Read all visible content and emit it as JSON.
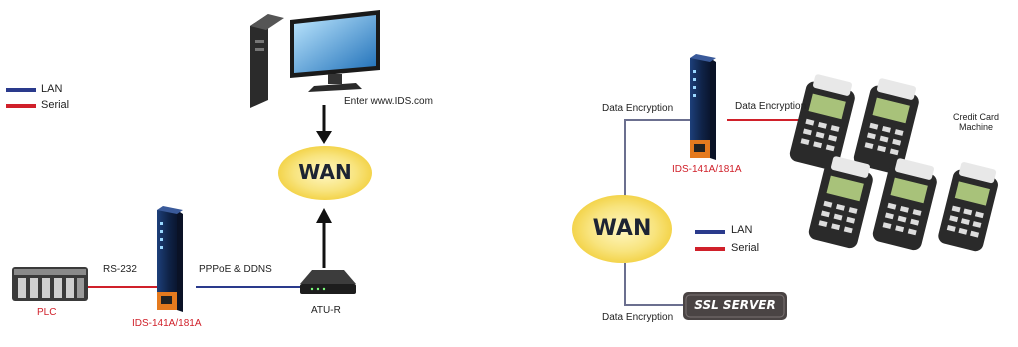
{
  "left": {
    "legend": {
      "lan": "LAN",
      "serial": "Serial"
    },
    "pc_label": "Enter www.IDS.com",
    "wan": "WAN",
    "rs232": "RS-232",
    "pppoe": "PPPoE & DDNS",
    "plc": "PLC",
    "device": "IDS-141A/181A",
    "atur": "ATU-R"
  },
  "right": {
    "legend": {
      "lan": "LAN",
      "serial": "Serial"
    },
    "enc_top_left": "Data Encryption",
    "enc_top_right": "Data Encryption",
    "enc_bottom": "Data Encryption",
    "device": "IDS-141A/181A",
    "wan": "WAN",
    "ssl": "SSL SERVER",
    "credit_line1": "Credit Card",
    "credit_line2": "Machine"
  },
  "colors": {
    "lan": "#2a3a8c",
    "serial": "#d0202a",
    "wan_fill": "#f7e27a"
  }
}
